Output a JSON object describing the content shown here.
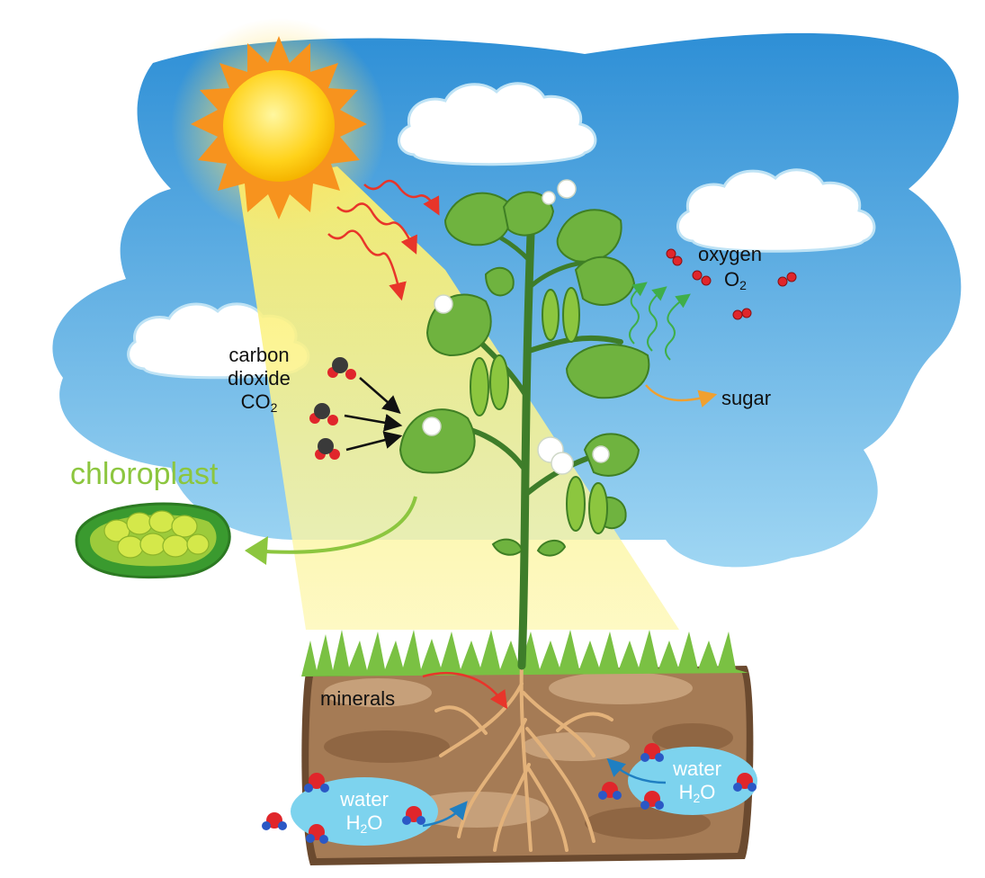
{
  "labels": {
    "carbon_line1": "carbon",
    "carbon_line2": "dioxide",
    "co2_base": "CO",
    "co2_sub": "2",
    "oxygen": "oxygen",
    "o2_base": "O",
    "o2_sub": "2",
    "sugar": "sugar",
    "chloroplast": "chloroplast",
    "minerals": "minerals",
    "water_left": "water",
    "h2o_left_h": "H",
    "h2o_left_sub": "2",
    "h2o_left_o": "O",
    "water_right": "water",
    "h2o_right_h": "H",
    "h2o_right_sub": "2",
    "h2o_right_o": "O"
  },
  "colors": {
    "sky": "#4ea8e0",
    "sun_core": "#ffd21a",
    "sun_rays": "#f7931e",
    "light_beam": "#fbef6a",
    "leaf": "#6fb33f",
    "leaf_dark": "#3f7f24",
    "stem": "#3e7d2a",
    "soil": "#a57b55",
    "soil_dark": "#6b4a2f",
    "grass": "#7ac143",
    "roots": "#e3b27a",
    "chloroplast": "#8cc63f",
    "water_bubble": "#7dd3ee",
    "oxygen_atom": "#e0262b",
    "carbon_atom": "#3a3a3a",
    "hydrogen_atom": "#2b58c5",
    "arrow_light": "#e8352a",
    "arrow_oxygen": "#3fae49",
    "arrow_sugar": "#f0a030",
    "arrow_water": "#1f7fc2"
  }
}
